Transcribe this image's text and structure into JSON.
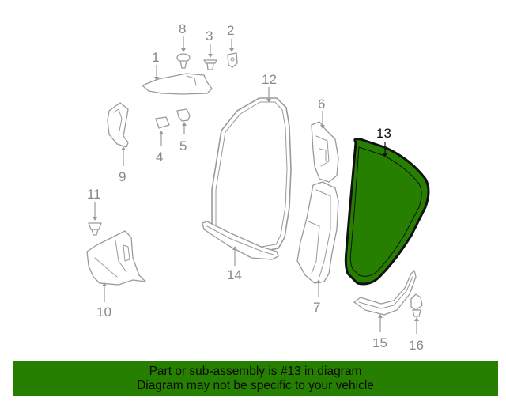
{
  "callouts": {
    "p1": "1",
    "p2": "2",
    "p3": "3",
    "p4": "4",
    "p5": "5",
    "p6": "6",
    "p7": "7",
    "p8": "8",
    "p9": "9",
    "p10": "10",
    "p11": "11",
    "p12": "12",
    "p13": "13",
    "p14": "14",
    "p15": "15",
    "p16": "16"
  },
  "highlight": {
    "part": "13",
    "color": "#267f00"
  },
  "banner": {
    "line1": "Part or sub-assembly is #13 in diagram",
    "line2": "Diagram may not be specific to your vehicle",
    "background": "#267f00"
  }
}
